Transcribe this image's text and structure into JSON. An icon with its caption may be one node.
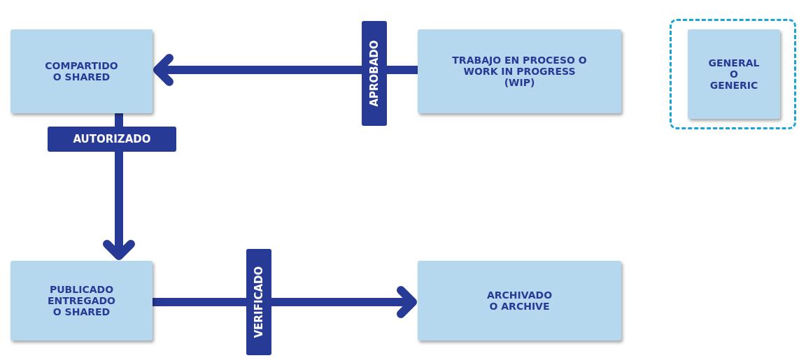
{
  "diagram": {
    "nodes": [
      {
        "text": [
          "COMPARTIDO O SHARED"
        ]
      },
      {
        "text": [
          "TRABAJO EN PROCESO O WORK IN PROGRESS (WIP)"
        ]
      },
      {
        "text": [],
        "shape": "box"
      },
      {
        "text": [
          "GENERAL O GENERIC"
        ],
        "in": 2
      },
      {
        "text": [
          "PUBLICADO ENTREGADO O SHARED"
        ]
      },
      {
        "text": [
          "ARCHIVADO O ARCHIVE"
        ]
      }
    ],
    "edges": [
      {
        "from": 1,
        "to": 0,
        "arrow": "to",
        "label": "APROBADO"
      },
      {
        "from": 0,
        "to": 4,
        "arrow": "to",
        "label": "AUTORIZADO"
      },
      {
        "from": 4,
        "to": 5,
        "arrow": "to",
        "label": "VERIFICADO"
      }
    ]
  }
}
